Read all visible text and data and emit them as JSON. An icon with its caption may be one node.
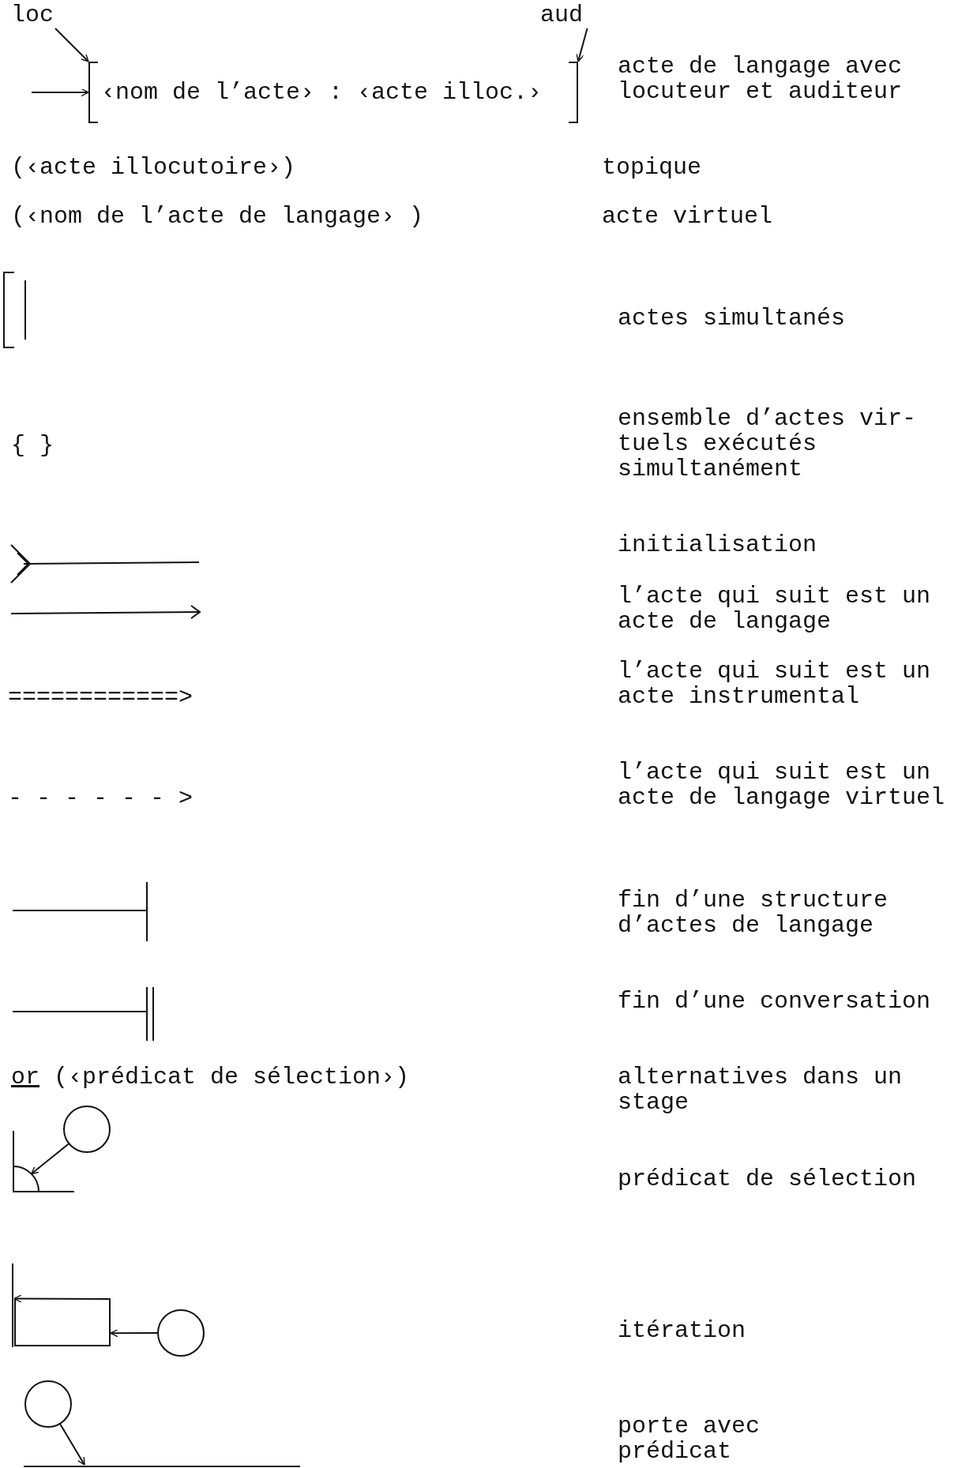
{
  "diagram": {
    "nodes": [
      {
        "text": [
          "loc"
        ]
      },
      {
        "text": [
          "aud"
        ]
      },
      {
        "text": [
          "‹nom de l’acte› : ‹acte illoc.›"
        ]
      },
      {
        "text": [],
        "shape": "circle"
      },
      {
        "text": [],
        "shape": "angle"
      },
      {
        "text": [],
        "shape": "bar"
      },
      {
        "text": [],
        "shape": "box"
      },
      {
        "text": [],
        "shape": "circle"
      },
      {
        "text": [],
        "shape": "circle"
      },
      {
        "text": [],
        "shape": "bar"
      }
    ],
    "edges": [
      {
        "from": 0,
        "to": 2,
        "arrow": "to"
      },
      {
        "from": 1,
        "to": 2,
        "arrow": "to"
      },
      {
        "from": null,
        "to": 2,
        "arrow": "to"
      },
      {
        "from": 3,
        "to": 4,
        "arrow": "to"
      },
      {
        "from": 6,
        "to": 5,
        "arrow": "to"
      },
      {
        "from": 7,
        "to": 6,
        "arrow": "to"
      },
      {
        "from": 8,
        "to": 9,
        "arrow": "to"
      }
    ],
    "labels": [
      "acte de langage avec locuteur et auditeur",
      "(‹acte illocutoire›)",
      "topique",
      "(‹nom de l’acte de langage› )",
      "acte virtuel",
      "actes simultanés",
      "{ }",
      "ensemble d’actes vir- tuels exécutés simultanément",
      "initialisation",
      "l’acte qui suit est un acte de langage",
      "============>",
      "l’acte qui suit est un acte instrumental",
      "- - - - - - >",
      "l’acte qui suit est un acte de langage virtuel",
      "fin d’une structure d’actes de langage",
      "fin d’une conversation",
      "or (‹prédicat de sélection›)",
      "alternatives dans un stage",
      "prédicat de sélection",
      "itération",
      "porte avec prédicat"
    ]
  }
}
